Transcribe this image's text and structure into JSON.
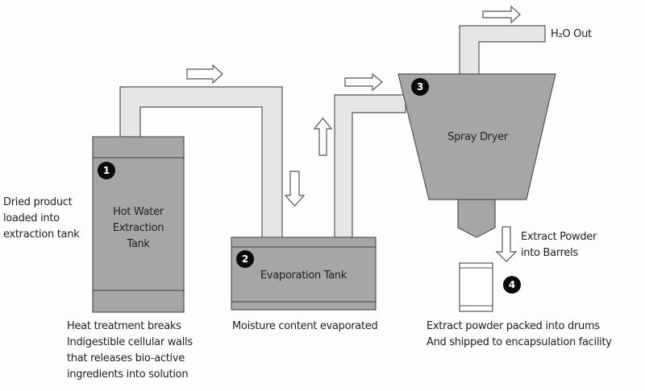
{
  "diagram": {
    "steps": [
      {
        "number": "1",
        "equipment": "Hot Water\nExtraction\nTank",
        "input_note": "Dried product\nloaded into\nextraction tank",
        "note": "Heat treatment breaks\nIndigestible cellular walls\nthat releases bio-active\ningredients into solution"
      },
      {
        "number": "2",
        "equipment": "Evaporation Tank",
        "note": "Moisture content evaporated"
      },
      {
        "number": "3",
        "equipment": "Spray Dryer",
        "outlet_label": "H₂O Out"
      },
      {
        "number": "4",
        "transfer_label": "Extract Powder\ninto Barrels",
        "note": "Extract powder packed into drums\nAnd shipped to encapsulation facility"
      }
    ],
    "colors": {
      "equipment_fill": "#a6a6a6",
      "pipe_fill": "#e6e6e6",
      "outline": "#555555",
      "badge": "#0a0a0a",
      "background": "#fdfdfd"
    }
  }
}
